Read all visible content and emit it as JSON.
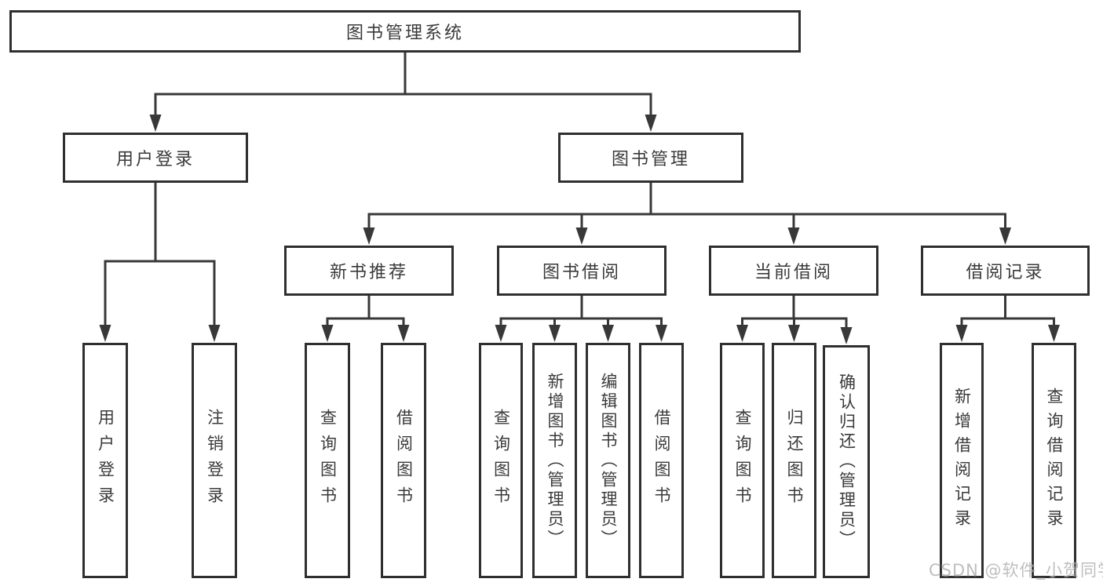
{
  "diagram": {
    "type": "tree",
    "title": "图书管理系统",
    "nodes": [
      {
        "id": "root",
        "label": "图书管理系统",
        "parent": null
      },
      {
        "id": "login",
        "label": "用户登录",
        "parent": "root"
      },
      {
        "id": "mgmt",
        "label": "图书管理",
        "parent": "root"
      },
      {
        "id": "login-action",
        "label": "用户登录",
        "parent": "login"
      },
      {
        "id": "logout",
        "label": "注销登录",
        "parent": "login"
      },
      {
        "id": "new-books",
        "label": "新书推荐",
        "parent": "mgmt"
      },
      {
        "id": "book-borrow",
        "label": "图书借阅",
        "parent": "mgmt"
      },
      {
        "id": "current-borrow",
        "label": "当前借阅",
        "parent": "mgmt"
      },
      {
        "id": "borrow-records",
        "label": "借阅记录",
        "parent": "mgmt"
      },
      {
        "id": "nb-query",
        "label": "查询图书",
        "parent": "new-books"
      },
      {
        "id": "nb-borrow",
        "label": "借阅图书",
        "parent": "new-books"
      },
      {
        "id": "bb-query",
        "label": "查询图书",
        "parent": "book-borrow"
      },
      {
        "id": "bb-add",
        "label": "新增图书（管理员）",
        "parent": "book-borrow"
      },
      {
        "id": "bb-edit",
        "label": "编辑图书（管理员）",
        "parent": "book-borrow"
      },
      {
        "id": "bb-borrow",
        "label": "借阅图书",
        "parent": "book-borrow"
      },
      {
        "id": "cb-query",
        "label": "查询图书",
        "parent": "current-borrow"
      },
      {
        "id": "cb-return",
        "label": "归还图书",
        "parent": "current-borrow"
      },
      {
        "id": "cb-confirm",
        "label": "确认归还（管理员）",
        "parent": "current-borrow"
      },
      {
        "id": "br-add",
        "label": "新增借阅记录",
        "parent": "borrow-records"
      },
      {
        "id": "br-query",
        "label": "查询借阅记录",
        "parent": "borrow-records"
      }
    ]
  },
  "watermark": {
    "text": "CSDN @软件_小贺同学"
  },
  "colors": {
    "line": "#383838",
    "box_border": "#2f2f2f",
    "box_fill": "#ffffff",
    "text": "#3a3a3a",
    "watermark": "#a9a9a9",
    "background": "#ffffff"
  }
}
